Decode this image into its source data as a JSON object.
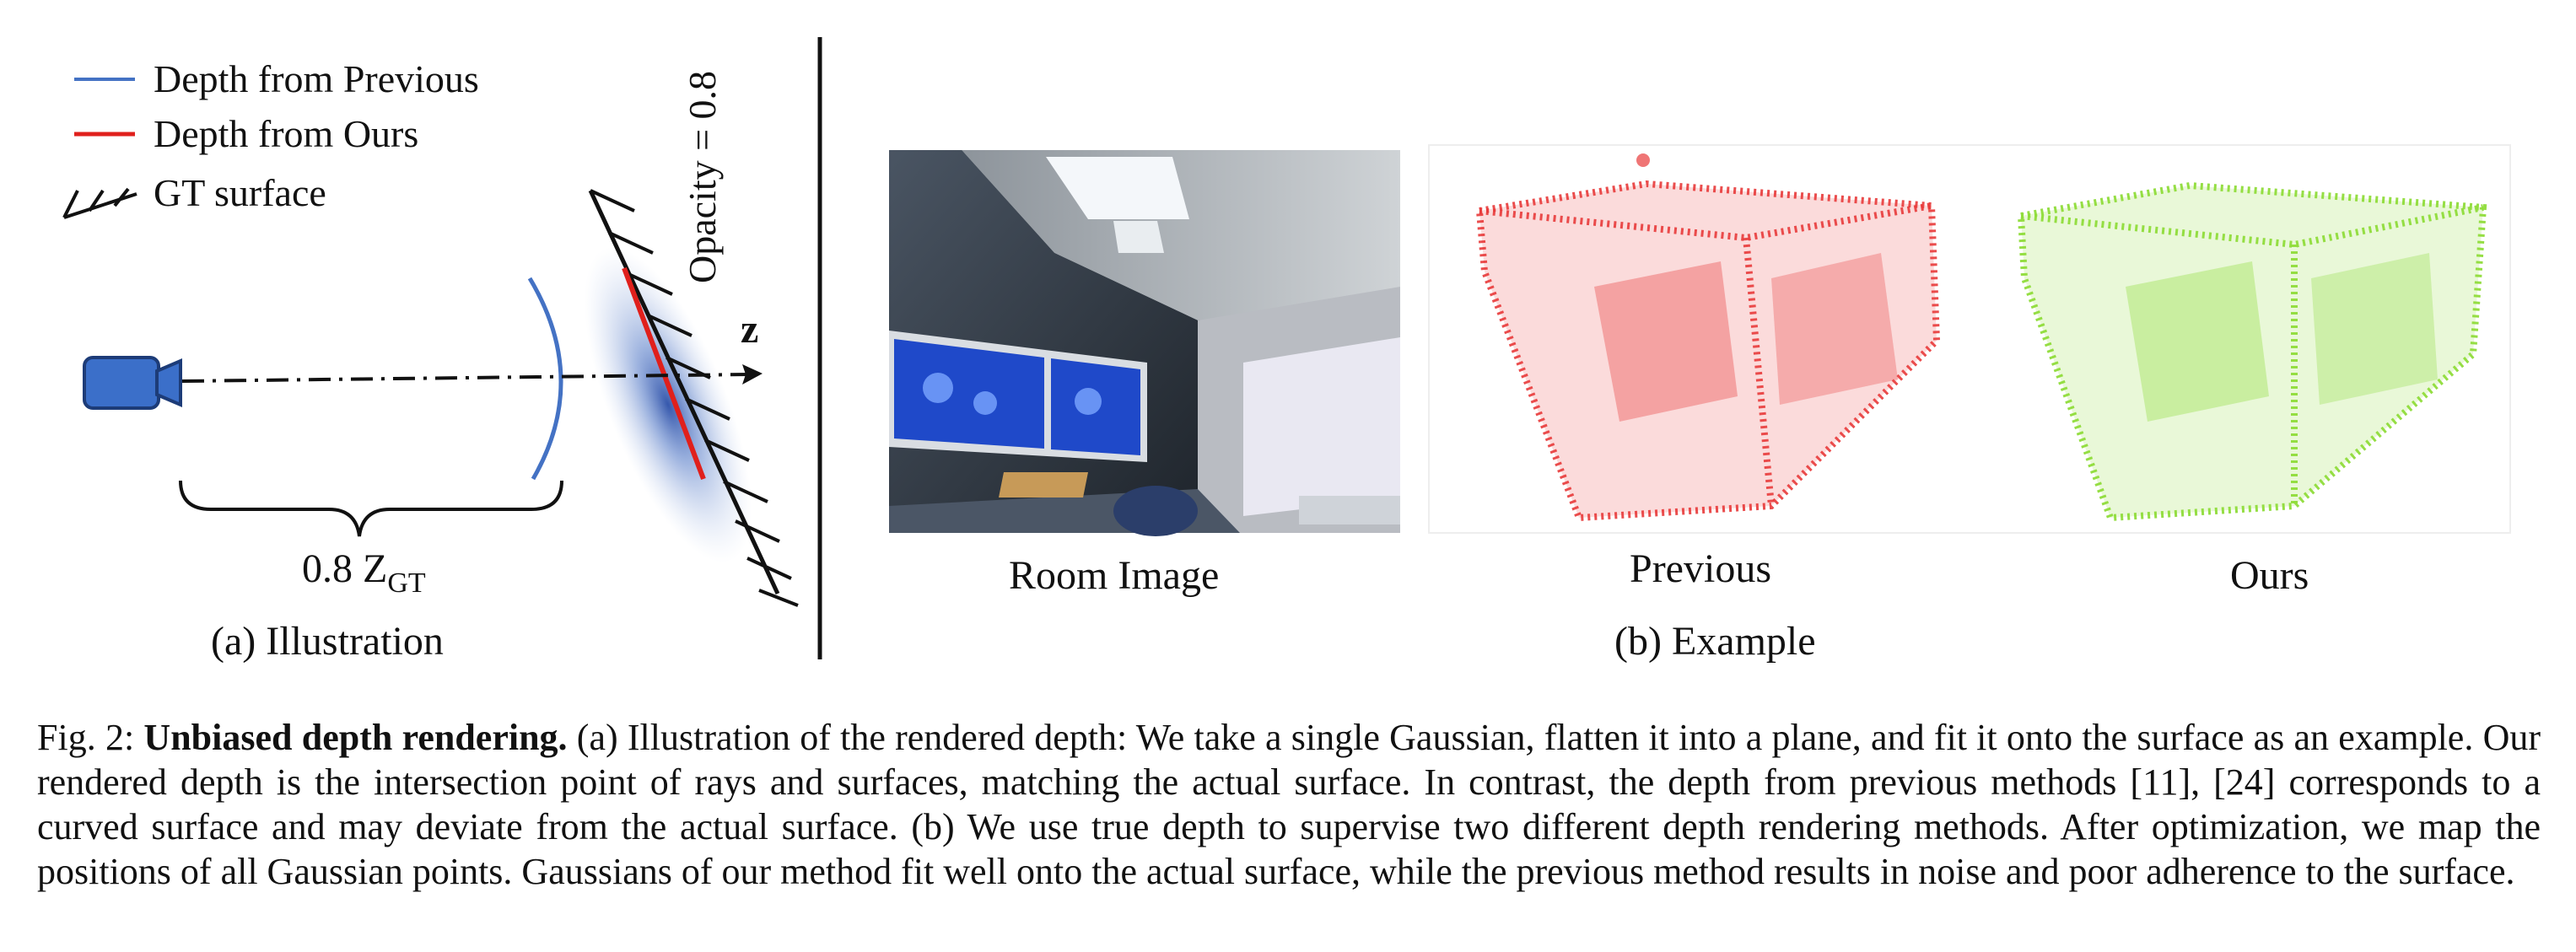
{
  "figure": {
    "legend": {
      "previous_label": "Depth from Previous",
      "ours_label": "Depth from Ours",
      "gt_label": "GT surface",
      "previous_color": "#4472c4",
      "ours_color": "#e0201c"
    },
    "illustration": {
      "opacity_label": "Opacity = 0.8",
      "axis_label": "z",
      "distance_label": "0.8 Z",
      "distance_subscript": "GT",
      "subfig_label": "(a) Illustration",
      "camera_color": "#3b6fc9"
    },
    "example": {
      "room_label": "Room Image",
      "previous_label": "Previous",
      "ours_label": "Ours",
      "subfig_label": "(b) Example",
      "previous_points_color": "#e83a3a",
      "ours_points_color": "#8fdc3a"
    }
  },
  "caption": {
    "prefix": "Fig. 2:",
    "title": "Unbiased depth rendering.",
    "body": "(a) Illustration of the rendered depth: We take a single Gaussian, flatten it into a plane, and fit it onto the surface as an example. Our rendered depth is the intersection point of rays and surfaces, matching the actual surface. In contrast, the depth from previous methods [11], [24] corresponds to a curved surface and may deviate from the actual surface. (b) We use true depth to supervise two different depth rendering methods. After optimization, we map the positions of all Gaussian points. Gaussians of our method fit well onto the actual surface, while the previous method results in noise and poor adherence to the surface."
  }
}
